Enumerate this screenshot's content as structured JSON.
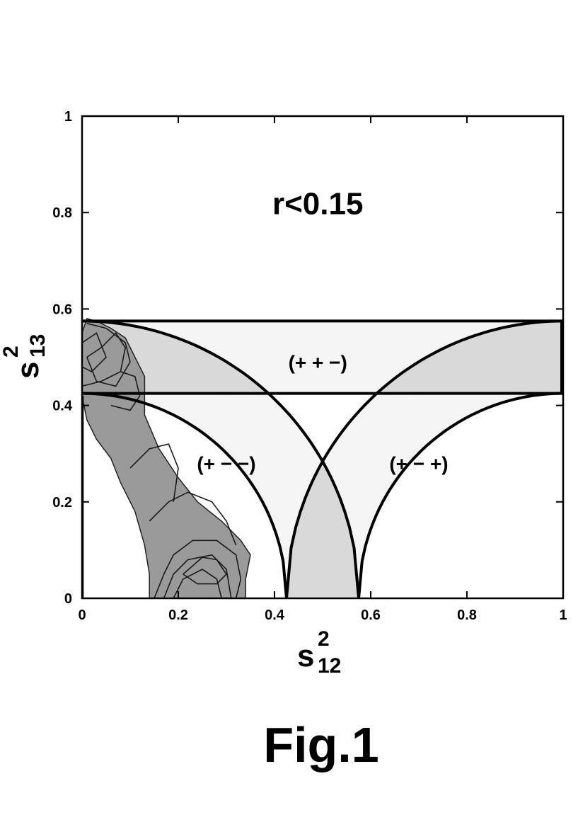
{
  "chart_data": {
    "type": "contour",
    "xlabel": {
      "base": "s",
      "sup": "2",
      "sub": "12"
    },
    "ylabel": {
      "base": "s",
      "sup": "2",
      "sub": "13"
    },
    "xlim": [
      0,
      1
    ],
    "ylim": [
      0,
      1
    ],
    "xticks": [
      {
        "value": 0,
        "label": "0"
      },
      {
        "value": 0.2,
        "label": "0.2"
      },
      {
        "value": 0.4,
        "label": "0.4"
      },
      {
        "value": 0.6,
        "label": "0.6"
      },
      {
        "value": 0.8,
        "label": "0.8"
      },
      {
        "value": 1,
        "label": "1"
      }
    ],
    "yticks": [
      {
        "value": 0,
        "label": "0"
      },
      {
        "value": 0.2,
        "label": "0.2"
      },
      {
        "value": 0.4,
        "label": "0.4"
      },
      {
        "value": 0.6,
        "label": "0.6"
      },
      {
        "value": 0.8,
        "label": "0.8"
      },
      {
        "value": 1,
        "label": "1"
      }
    ],
    "grid": false,
    "annotation": {
      "text": "r<0.15",
      "x": 0.49,
      "y": 0.82
    },
    "bands": {
      "s13_lower": 0.425,
      "s13_upper": 0.575,
      "s12_lower": 0.425,
      "s12_upper": 0.575
    },
    "region_labels": [
      {
        "text": "(+ + −)",
        "x": 0.49,
        "y": 0.49
      },
      {
        "text": "(+ − −)",
        "x": 0.3,
        "y": 0.28
      },
      {
        "text": "(+ − +)",
        "x": 0.7,
        "y": 0.28
      }
    ],
    "colors": {
      "band_light": "#f5f5f5",
      "band_overlap": "#d9d9d9",
      "allowed_region": "#9a9a9a",
      "outline": "#000000"
    },
    "allowed_region_outer": [
      [
        0.0,
        0.42
      ],
      [
        0.01,
        0.37
      ],
      [
        0.03,
        0.33
      ],
      [
        0.06,
        0.29
      ],
      [
        0.08,
        0.24
      ],
      [
        0.11,
        0.18
      ],
      [
        0.13,
        0.11
      ],
      [
        0.14,
        0.05
      ],
      [
        0.14,
        0.0
      ],
      [
        0.34,
        0.0
      ],
      [
        0.34,
        0.04
      ],
      [
        0.35,
        0.09
      ],
      [
        0.33,
        0.12
      ],
      [
        0.29,
        0.16
      ],
      [
        0.24,
        0.2
      ],
      [
        0.2,
        0.25
      ],
      [
        0.16,
        0.31
      ],
      [
        0.13,
        0.38
      ],
      [
        0.13,
        0.43
      ],
      [
        0.13,
        0.46
      ],
      [
        0.11,
        0.5
      ],
      [
        0.09,
        0.54
      ],
      [
        0.06,
        0.56
      ],
      [
        0.03,
        0.575
      ],
      [
        0.01,
        0.58
      ],
      [
        0.0,
        0.55
      ]
    ],
    "allowed_region_contours": [
      [
        [
          0.15,
          0.0
        ],
        [
          0.17,
          0.05
        ],
        [
          0.19,
          0.09
        ],
        [
          0.23,
          0.12
        ],
        [
          0.28,
          0.12
        ],
        [
          0.32,
          0.09
        ],
        [
          0.33,
          0.04
        ],
        [
          0.32,
          0.0
        ]
      ],
      [
        [
          0.17,
          0.0
        ],
        [
          0.19,
          0.05
        ],
        [
          0.22,
          0.08
        ],
        [
          0.27,
          0.09
        ],
        [
          0.3,
          0.06
        ],
        [
          0.31,
          0.0
        ]
      ],
      [
        [
          0.19,
          0.0
        ],
        [
          0.21,
          0.04
        ],
        [
          0.25,
          0.06
        ],
        [
          0.28,
          0.04
        ],
        [
          0.29,
          0.0
        ]
      ],
      [
        [
          0.21,
          0.05
        ],
        [
          0.25,
          0.085
        ],
        [
          0.28,
          0.08
        ],
        [
          0.3,
          0.05
        ],
        [
          0.28,
          0.03
        ],
        [
          0.24,
          0.03
        ],
        [
          0.21,
          0.05
        ]
      ],
      [
        [
          0.14,
          0.16
        ],
        [
          0.18,
          0.2
        ],
        [
          0.22,
          0.22
        ],
        [
          0.27,
          0.2
        ],
        [
          0.3,
          0.16
        ],
        [
          0.32,
          0.11
        ]
      ],
      [
        [
          0.1,
          0.27
        ],
        [
          0.14,
          0.31
        ],
        [
          0.18,
          0.32
        ],
        [
          0.2,
          0.27
        ],
        [
          0.19,
          0.2
        ]
      ],
      [
        [
          0.0,
          0.44
        ],
        [
          0.04,
          0.45
        ],
        [
          0.08,
          0.47
        ],
        [
          0.11,
          0.46
        ],
        [
          0.12,
          0.42
        ],
        [
          0.1,
          0.39
        ],
        [
          0.06,
          0.4
        ]
      ],
      [
        [
          0.01,
          0.5
        ],
        [
          0.04,
          0.52
        ],
        [
          0.07,
          0.55
        ],
        [
          0.09,
          0.52
        ],
        [
          0.08,
          0.47
        ]
      ],
      [
        [
          0.01,
          0.57
        ],
        [
          0.05,
          0.56
        ],
        [
          0.09,
          0.53
        ],
        [
          0.1,
          0.49
        ],
        [
          0.07,
          0.44
        ],
        [
          0.03,
          0.45
        ],
        [
          0.01,
          0.5
        ]
      ],
      [
        [
          0.0,
          0.53
        ],
        [
          0.03,
          0.55
        ],
        [
          0.05,
          0.5
        ],
        [
          0.02,
          0.47
        ],
        [
          0.0,
          0.48
        ]
      ]
    ]
  },
  "figure": {
    "caption": "Fig.1"
  }
}
